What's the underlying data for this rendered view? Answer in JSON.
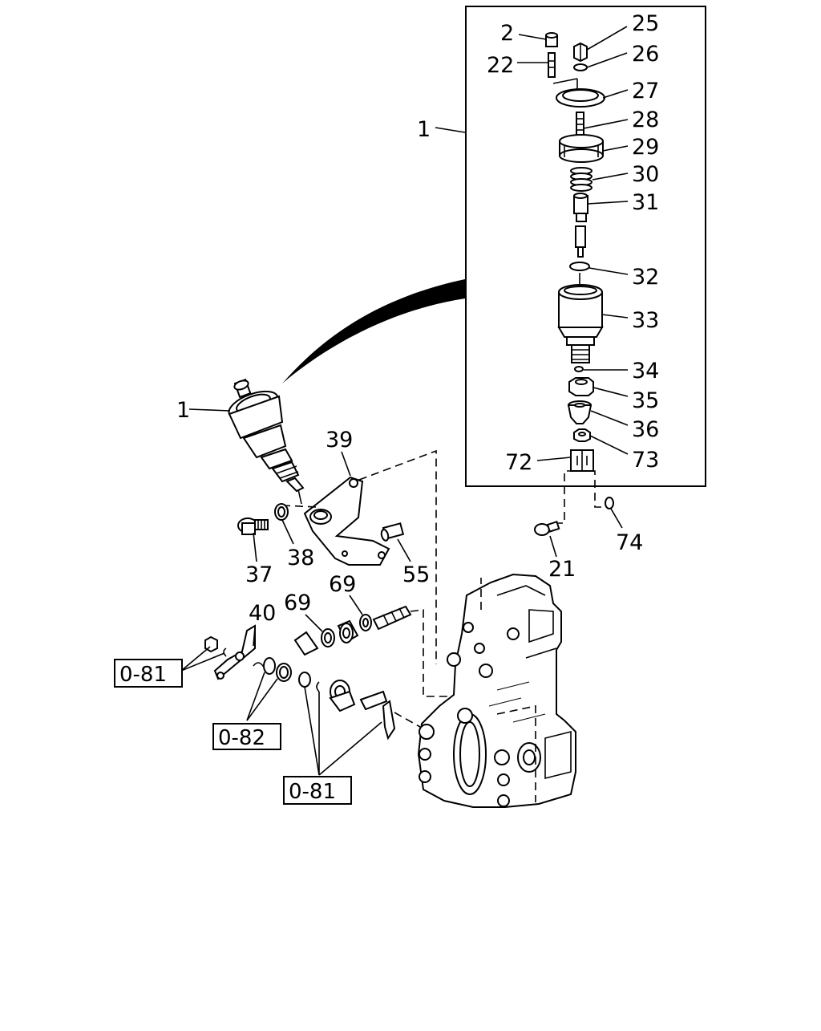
{
  "labels": {
    "l1_top": "1",
    "l2": "2",
    "l22": "22",
    "l25": "25",
    "l26": "26",
    "l27": "27",
    "l28": "28",
    "l29": "29",
    "l30": "30",
    "l31": "31",
    "l32": "32",
    "l33": "33",
    "l34": "34",
    "l35": "35",
    "l36": "36",
    "l73": "73",
    "l72": "72",
    "l74": "74",
    "l21": "21",
    "l1_left": "1",
    "l39": "39",
    "l37": "37",
    "l38": "38",
    "l55": "55",
    "l69a": "69",
    "l69b": "69",
    "l40": "40"
  },
  "refs": {
    "ref_081_a": "0-81",
    "ref_082": "0-82",
    "ref_081_b": "0-81"
  }
}
